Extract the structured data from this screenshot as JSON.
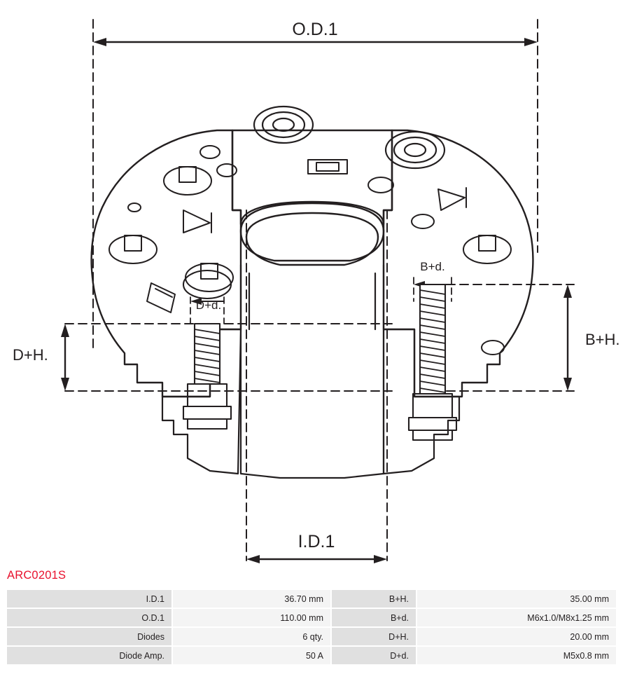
{
  "part_code": "ARC0201S",
  "accent_color": "#e8112d",
  "diagram": {
    "dimension_labels": {
      "od1": "O.D.1",
      "id1": "I.D.1",
      "bh": "B+H.",
      "bd": "B+d.",
      "dh": "D+H.",
      "dd": "D+d."
    }
  },
  "spec_table": {
    "rows": [
      {
        "label": "I.D.1",
        "value": "36.70 mm",
        "label2": "B+H.",
        "value2": "35.00 mm"
      },
      {
        "label": "O.D.1",
        "value": "110.00 mm",
        "label2": "B+d.",
        "value2": "M6x1.0/M8x1.25 mm"
      },
      {
        "label": "Diodes",
        "value": "6 qty.",
        "label2": "D+H.",
        "value2": "20.00 mm"
      },
      {
        "label": "Diode Amp.",
        "value": "50 A",
        "label2": "D+d.",
        "value2": "M5x0.8 mm"
      }
    ]
  }
}
